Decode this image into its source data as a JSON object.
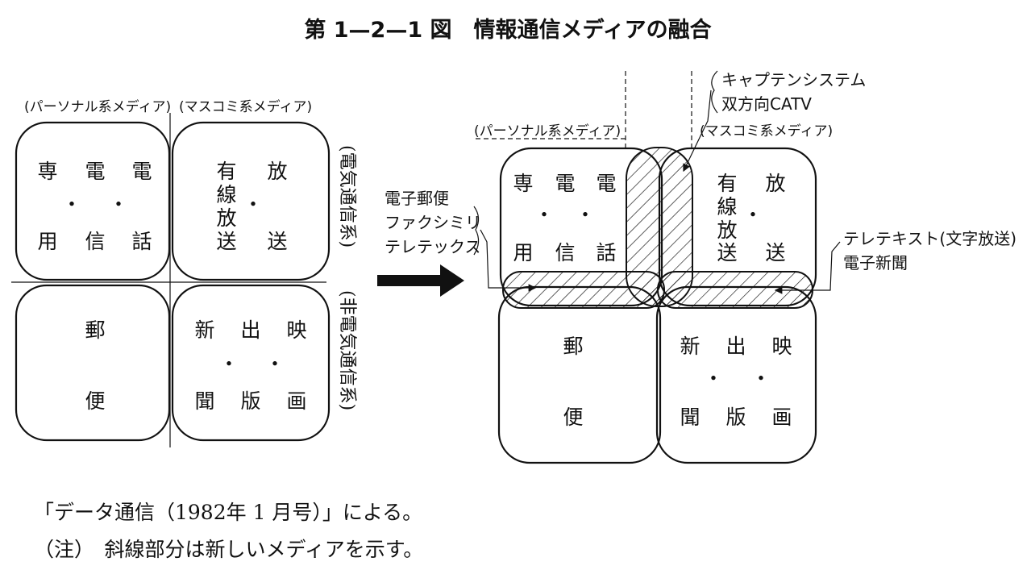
{
  "title": "第 1—2—1 図　情報通信メディアの融合",
  "left": {
    "personal_label": "(パーソナル系メディア)",
    "mass_label": "(マスコミ系メディア)",
    "electric_label": "(電気通信系)",
    "non_electric_label": "(非電気通信系)",
    "tl": [
      "専",
      "電",
      "電",
      "・",
      "・",
      "用",
      "信",
      "話"
    ],
    "tr": [
      "有",
      "線",
      "放",
      "送",
      "・",
      "放",
      "送"
    ],
    "bl": [
      "郵",
      "便"
    ],
    "br": [
      "新",
      "出",
      "映",
      "・",
      "・",
      "聞",
      "版",
      "画"
    ]
  },
  "right": {
    "personal_label": "(パーソナル系メディア)",
    "mass_label": "(マスコミ系メディア)",
    "tl": [
      "専",
      "電",
      "電",
      "・",
      "・",
      "用",
      "信",
      "話"
    ],
    "tr": [
      "有",
      "線",
      "放",
      "送",
      "・",
      "放",
      "送"
    ],
    "bl": [
      "郵",
      "便"
    ],
    "br": [
      "新",
      "出",
      "映",
      "・",
      "・",
      "聞",
      "版",
      "画"
    ],
    "captain": "キャプテンシステム",
    "catv": "双方向CATV",
    "email": "電子郵便",
    "fax": "ファクシミリ",
    "teletex": "テレテックス",
    "teletext": "テレテキスト(文字放送)",
    "enews": "電子新聞"
  },
  "source": "「データ通信（1982年 1 月号）」による。",
  "note": "（注）　斜線部分は新しいメディアを示す。"
}
